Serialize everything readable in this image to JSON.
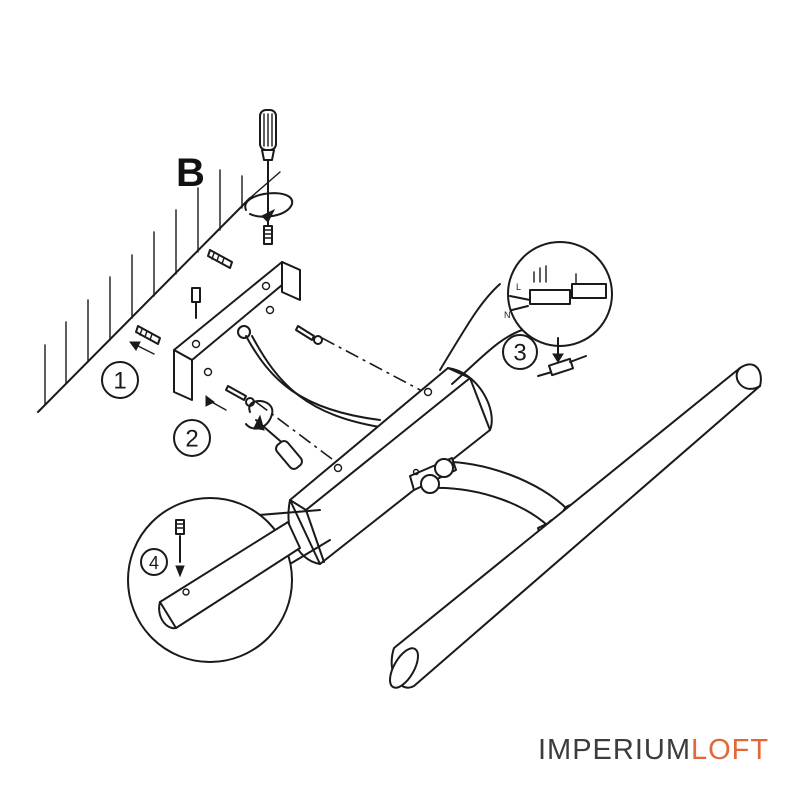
{
  "diagram": {
    "section_label": "B",
    "steps": [
      "1",
      "2",
      "3",
      "4"
    ]
  },
  "brand": {
    "part1": "IMPERIUM",
    "part2": "LOFT",
    "color_part1": "#3c3c3c",
    "color_part2": "#e3673a"
  },
  "icons": [
    "screwdriver-icon",
    "screw-icon",
    "wall-plug-icon",
    "rotate-arrow-icon",
    "wire-connector-icon"
  ]
}
